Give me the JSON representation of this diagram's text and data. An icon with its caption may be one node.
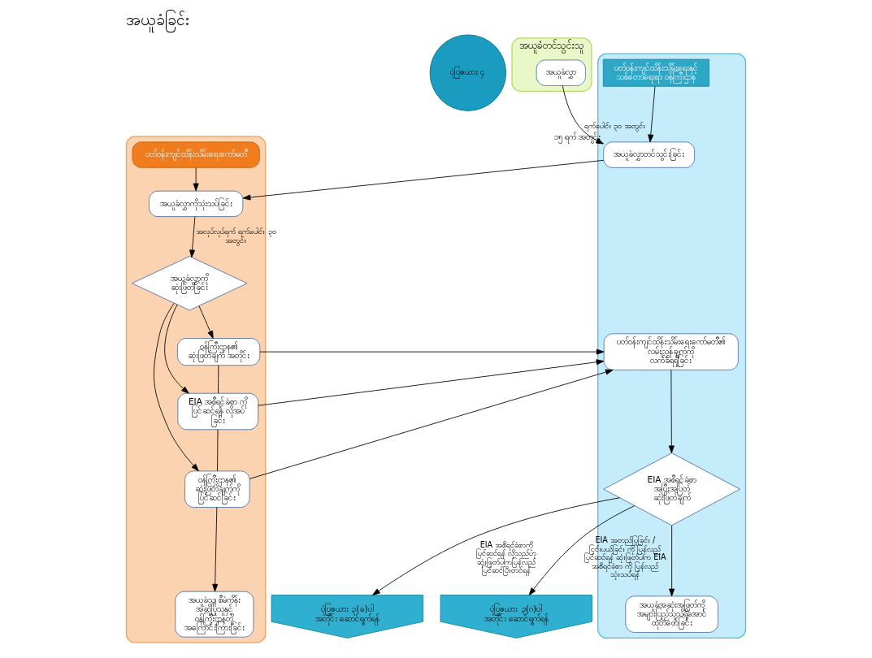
{
  "diagram": {
    "title": "အယူခံခြင်း",
    "nodes": [
      {
        "text": [
          "ပုံပြဇယား ၄"
        ]
      },
      {
        "text": [
          "အယူခံတင်သွင်းသူ"
        ]
      },
      {
        "text": [
          "အယူခံလွှာ"
        ],
        "in": 1
      },
      {
        "text": [],
        "shape": "box"
      },
      {
        "text": [
          "ပတ်ဝန်းကျင်ထိန်းသိမ်းရေးနှင့် သစ်တောရေးရာ ဝန်ကြီးဌာန"
        ],
        "in": 3
      },
      {
        "text": [
          "အယူခံလွှာတင်သွင်းခြင်း"
        ],
        "in": 3,
        "beside": [
          "၁၅ ရက် အတွင်း"
        ]
      },
      {
        "text": [
          "ပတ်ဝန်းကျင်ထိန်းသိမ်းရေးကော်မတီ၏ လမ်းညွှန်ချက်ကို လက်ခံရရှိခြင်း"
        ],
        "in": 3
      },
      {
        "text": [
          "EIA အစီရင်ခံစာ အပြီးအပြတ် ဆုံးဖြတ်ချက်"
        ],
        "in": 3
      },
      {
        "text": [
          "အယူခံအဆုံးအဖြတ်ကို အများပြည်သူသိရှိအောင် ထုတ်ဖော်ခြင်း"
        ],
        "in": 3
      },
      {
        "text": [],
        "shape": "box"
      },
      {
        "text": [
          "ပတ်ဝန်းကျင်ထိန်းသိမ်းရေးကော်မတီ"
        ],
        "in": 9
      },
      {
        "text": [
          "အယူခံလွှာကိုသုံးသပ်ခြင်း"
        ],
        "in": 9
      },
      {
        "text": [
          "ဝန်ကြီးဌာန၏ ဆုံးဖြတ်ချက် အတိုင်း"
        ],
        "in": 9
      },
      {
        "text": [
          "EIA အစီရင်ခံစာ ကို ပြင်ဆင်ရန် လိုအပ် ခြင်း"
        ],
        "in": 9
      },
      {
        "text": [
          "အယူခံလွှာကို ဆုံးဖြတ်ခြင်း"
        ],
        "in": 9
      },
      {
        "text": [
          "ဝန်ကြီးဌာန၏ ဆုံးဖြတ်ချက်ကို ပြင်ဆင်ခြင်း"
        ],
        "in": 9
      },
      {
        "text": [
          "အယူခံသူ၊ စီမံကိန်း အဆိုပြုသူနှင့် ဝန်ကြီးဌာနတို့ အကြောင်းကြားခြင်း"
        ],
        "in": 9
      },
      {
        "text": [
          "ပုံပြဇယား ၃(ခ)ပါ အတိုင်း ဆောင်ရွက်ရန်"
        ]
      },
      {
        "text": [
          "ပုံပြဇယား ၃(ဂ)ပါ အတိုင်း ဆောင်ရွက်ရန်"
        ]
      }
    ],
    "edges": [
      {
        "from": 2,
        "to": 5,
        "arrow": "to",
        "label": "ရက်ပေါင်း ၃၀ အတွင်း"
      },
      {
        "from": 4,
        "to": 5,
        "arrow": "to"
      },
      {
        "from": 5,
        "to": 11,
        "arrow": "to"
      },
      {
        "from": 10,
        "to": 11,
        "arrow": "to"
      },
      {
        "from": 11,
        "to": 14,
        "arrow": "to",
        "label": "အလုပ်လုပ်ရက် ရက်ပေါင်း ၃၀ အတွင်း"
      },
      {
        "from": 14,
        "to": 12,
        "arrow": "to"
      },
      {
        "from": 14,
        "to": 13,
        "arrow": "to"
      },
      {
        "from": 14,
        "to": 15,
        "arrow": "to"
      },
      {
        "from": 12,
        "to": 6,
        "arrow": "to"
      },
      {
        "from": 13,
        "to": 6,
        "arrow": "to"
      },
      {
        "from": 15,
        "to": 6,
        "arrow": "to"
      },
      {
        "from": 12,
        "to": 13,
        "arrow": "none"
      },
      {
        "from": 13,
        "to": 15,
        "arrow": "none"
      },
      {
        "from": 15,
        "to": 16,
        "arrow": "to"
      },
      {
        "from": 6,
        "to": 7,
        "arrow": "to"
      },
      {
        "from": 7,
        "to": 8,
        "arrow": "to"
      },
      {
        "from": 7,
        "to": 17,
        "arrow": "to",
        "label": "EIA အစီရင်ခံစာကို ပြင်ဆင်ရန် လိုသည်ဟု ဆုံးဖြတ်ပါကပြန်လည် ပြင်ဆင်ပြီးတင်ရန်"
      },
      {
        "from": 7,
        "to": 18,
        "arrow": "to",
        "label": "EIA အတည်ပြုခြင်း / ငြင်းပယ်ခြင်း ကို ပြန်လည် ပြင်ဆင်ရန် ဆုံးဖြတ်ပါက EIA အစီရင်ခံစာ ကို ပြန်လည် သုံးသပ်ရန်"
      }
    ]
  }
}
